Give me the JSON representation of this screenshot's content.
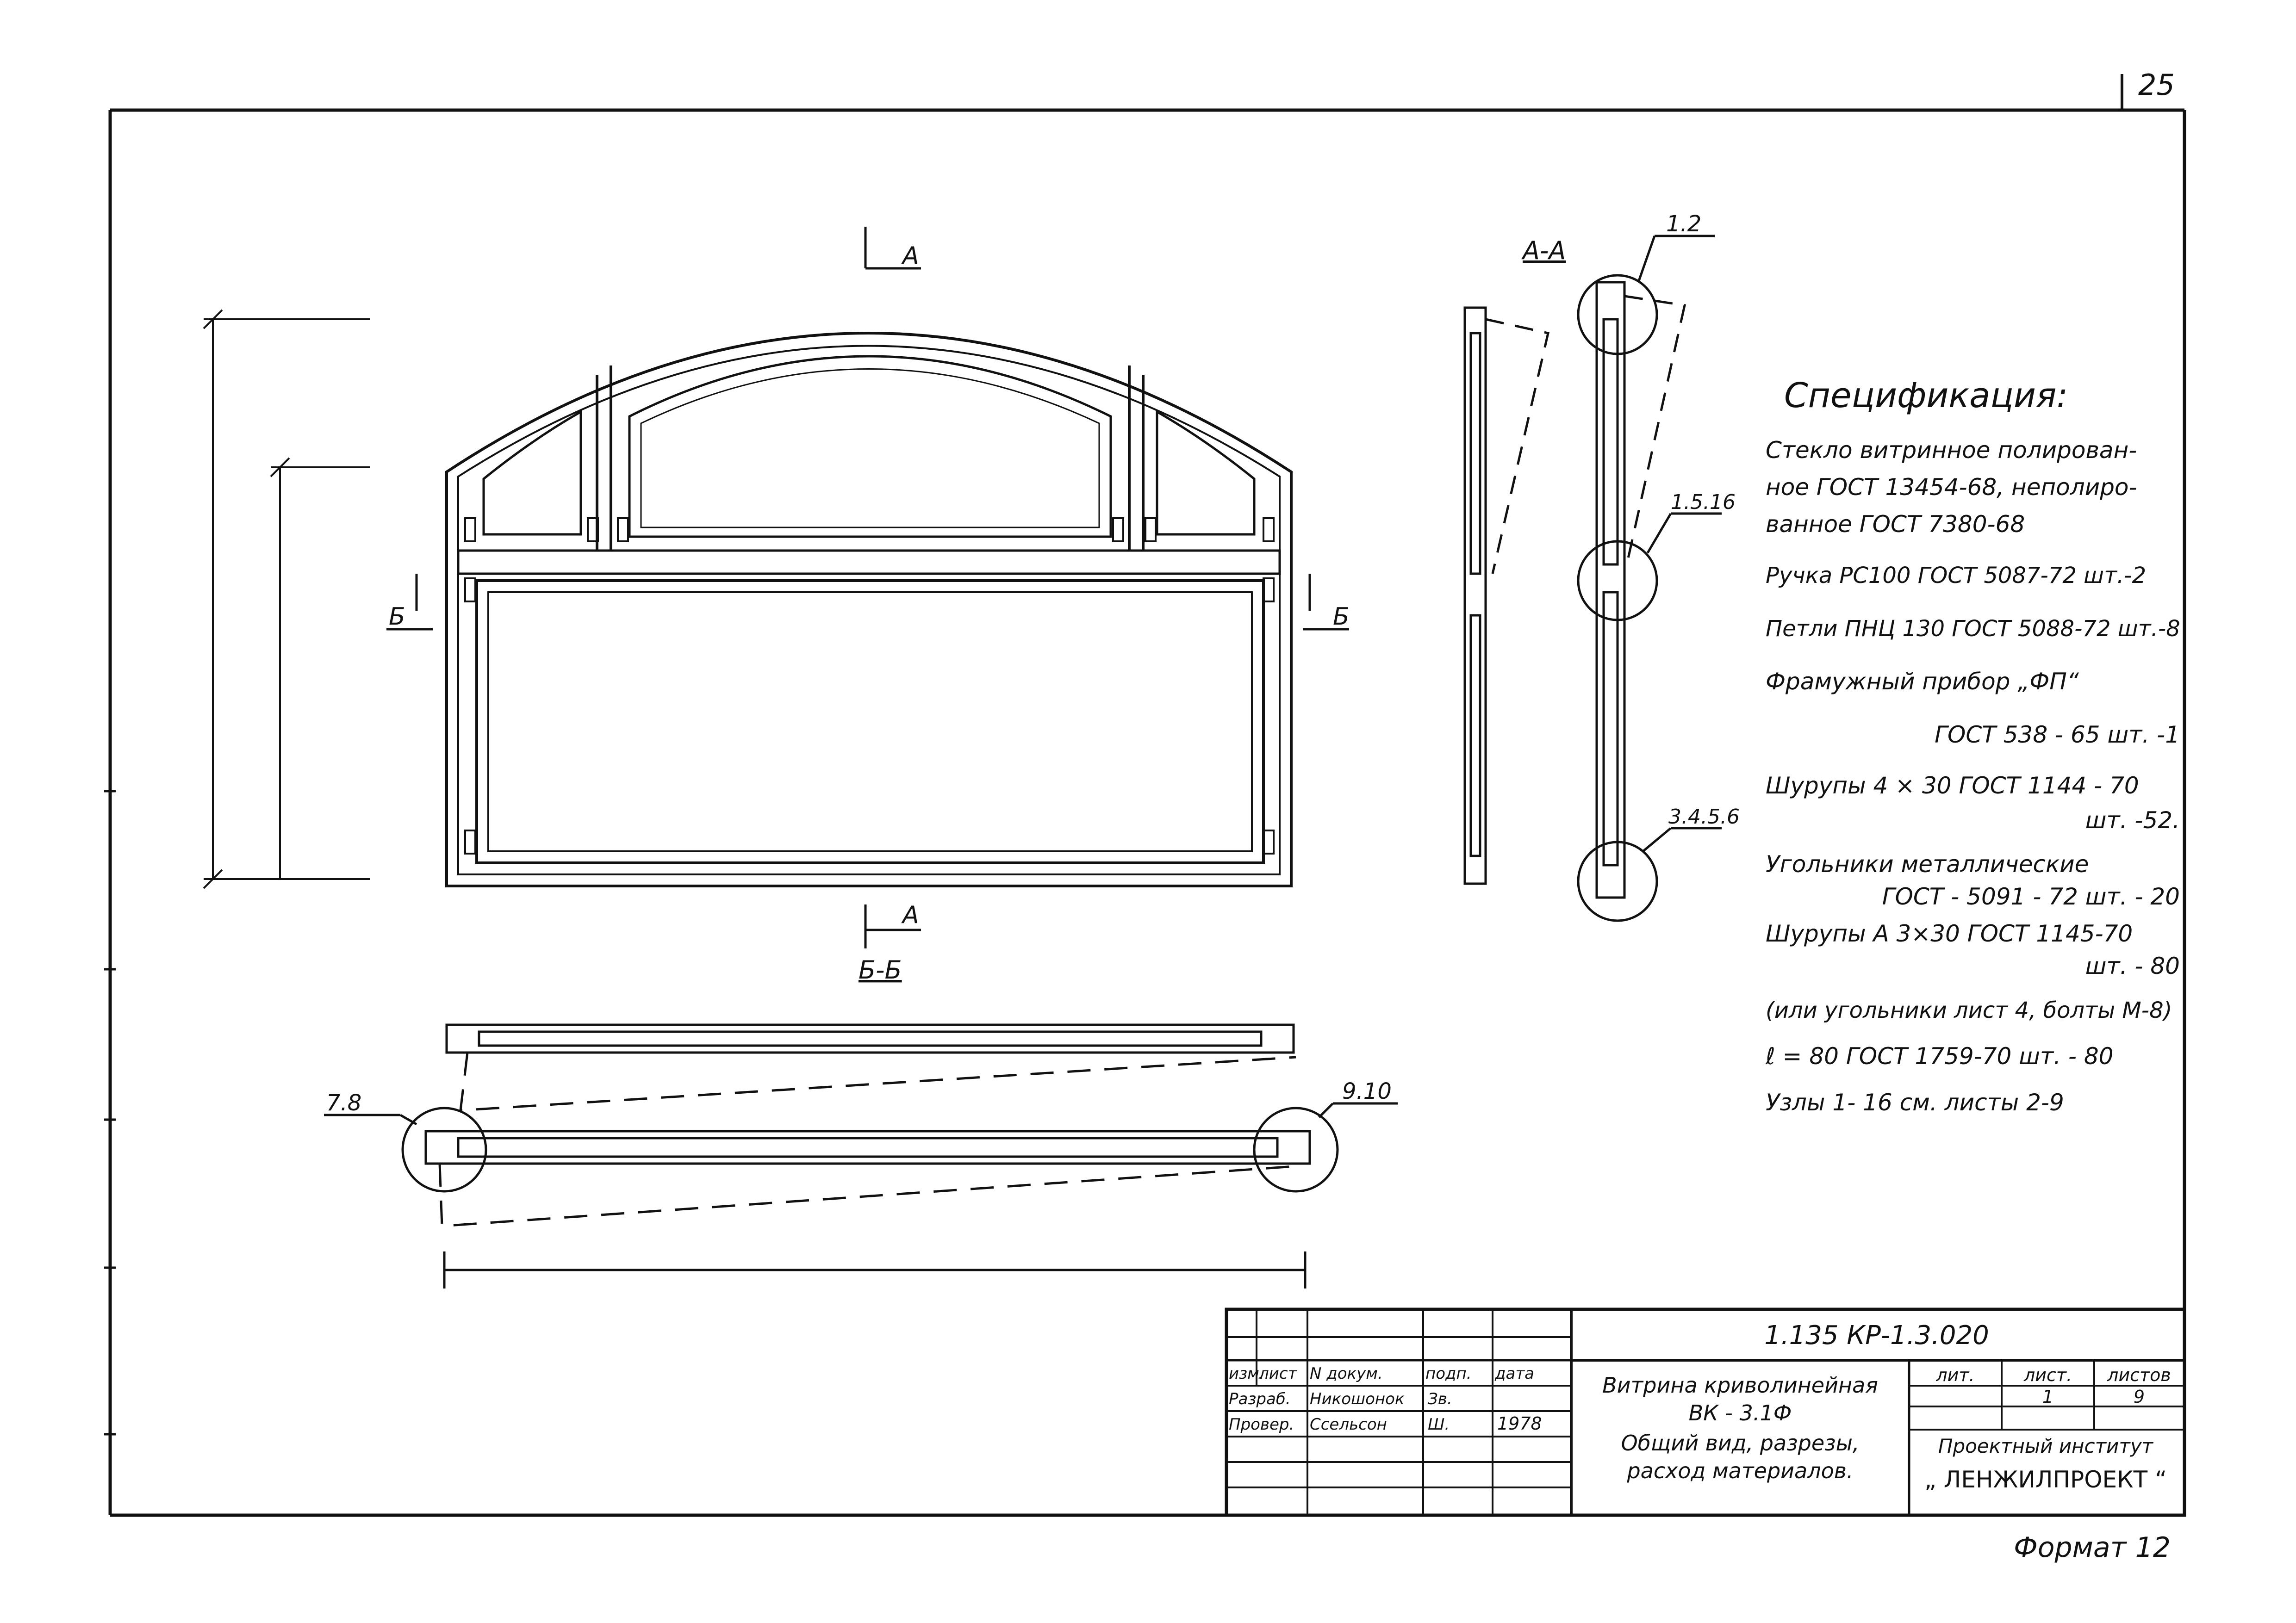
{
  "page_number": "25",
  "format_label": "Формат 12",
  "drawing": {
    "section_aa": "А-А",
    "section_bb": "Б-Б",
    "cut_a": "А",
    "cut_b": "Б",
    "node_12": "1.2",
    "node_1516": "1.5.16",
    "node_3456": "3.4.5.6",
    "node_78": "7.8",
    "node_910": "9.10"
  },
  "specification": {
    "title": "Спецификация:",
    "lines": [
      "Стекло витринное полирован-",
      "ное ГОСТ 13454-68, неполиро-",
      "ванное ГОСТ 7380-68",
      "Ручка РС100 ГОСТ 5087-72 шт.-2",
      "Петли ПНЦ 130 ГОСТ 5088-72 шт.-8",
      "Фрамужный прибор „ФП“",
      "ГОСТ 538 - 65 шт. -1",
      "Шурупы 4 × 30 ГОСТ 1144 - 70",
      "шт. -52.",
      "Угольники металлические",
      "ГОСТ - 5091 - 72 шт. - 20",
      "Шурупы А 3×30 ГОСТ 1145-70",
      "шт. - 80",
      "(или угольники лист 4, болты М-8)",
      "ℓ = 80 ГОСТ 1759-70 шт. - 80",
      "Узлы 1- 16 см. листы 2-9"
    ]
  },
  "title_block": {
    "code": "1.135 КР-1.3.020",
    "hdr_izm": "изм.",
    "hdr_list": "лист",
    "hdr_doc": "N докум.",
    "hdr_sign": "подп.",
    "hdr_date": "дата",
    "role_dev": "Разраб.",
    "name_dev": "Никошонок",
    "sign_dev": "Зв.",
    "role_check": "Провер.",
    "name_check": "Ссельсон",
    "sign_check": "Ш.",
    "date_check": "1978",
    "name_line1": "Витрина криволинейная",
    "name_line2": "ВК - 3.1Ф",
    "name_line3": "Общий вид, разрезы,",
    "name_line4": "расход материалов.",
    "lit_hdr": "лит.",
    "sheet_hdr": "лист.",
    "sheets_hdr": "листов",
    "sheet_val": "1",
    "sheets_val": "9",
    "org_line1": "Проектный институт",
    "org_line2": "„ ЛЕНЖИЛПРОЕКТ “"
  }
}
